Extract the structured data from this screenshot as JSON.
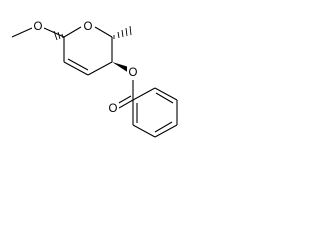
{
  "molecule": {
    "atoms": {
      "ring_oxygen": "O",
      "methoxy_oxygen": "O",
      "ester_oxygen": "O",
      "carbonyl_oxygen": "O"
    }
  }
}
